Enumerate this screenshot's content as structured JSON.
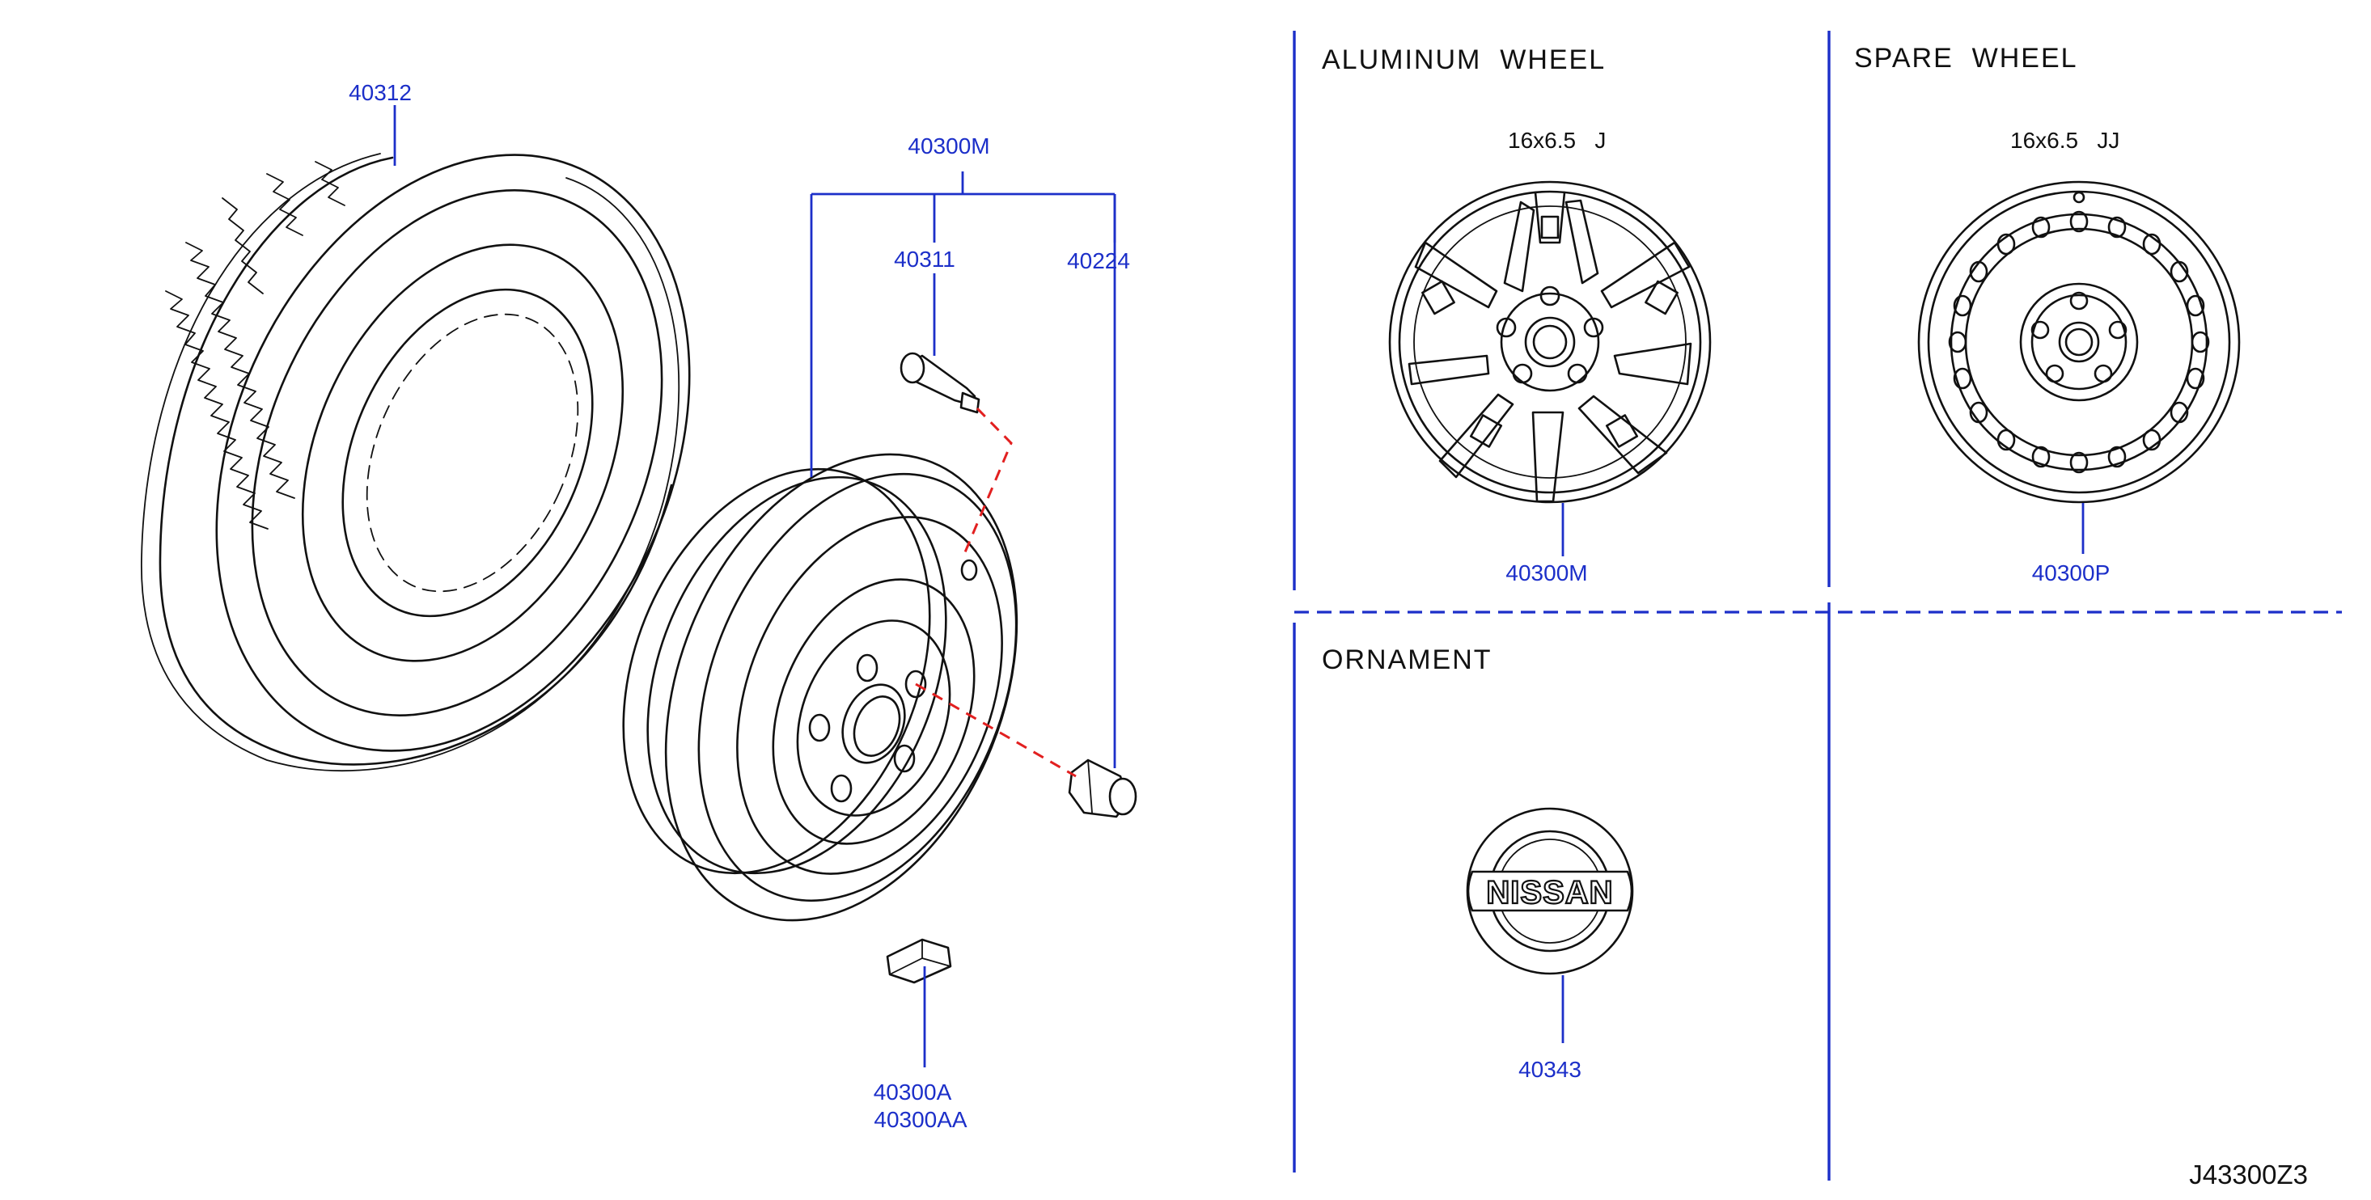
{
  "callouts": {
    "tire": "40312",
    "wheel_assy": "40300M",
    "valve": "40311",
    "nut": "40224",
    "weight_a": "40300A",
    "weight_aa": "40300AA",
    "alu_wheel": "40300M",
    "spare_wheel": "40300P",
    "ornament": "40343"
  },
  "panels": {
    "aluminum": {
      "title": "ALUMINUM  WHEEL",
      "spec": "16x6.5   J"
    },
    "spare": {
      "title": "SPARE  WHEEL",
      "spec": "16x6.5   JJ"
    },
    "ornament": {
      "title": "ORNAMENT",
      "badge_text": "NISSAN"
    }
  },
  "diagram_id": "J43300Z3",
  "colors": {
    "callout": "#1c2fc9",
    "dashed_link": "#e22020",
    "line": "#111111"
  }
}
